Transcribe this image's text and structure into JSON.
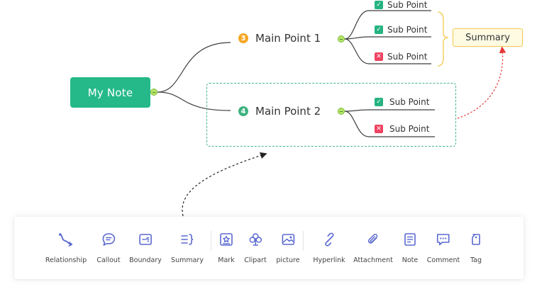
{
  "colors": {
    "root": "#25b98a",
    "branch_line": "#3f3f3f",
    "boundary": "#45b58a",
    "summary_bracket": "#f3c84b",
    "priority_3": "#f5a623",
    "priority_4": "#3fb27f",
    "mark_done": "#26b380",
    "mark_cancel": "#ee4361",
    "toolbar_icon": "#5b6ad0",
    "arrow_black": "#222222",
    "arrow_red": "#e53935"
  },
  "mindmap": {
    "root": {
      "label": "My Note"
    },
    "main_points": [
      {
        "label": "Main Point 1",
        "priority": "3",
        "sub_points": [
          {
            "label": "Sub Point",
            "status": "done"
          },
          {
            "label": "Sub Point",
            "status": "done"
          },
          {
            "label": "Sub Point",
            "status": "cancel"
          }
        ]
      },
      {
        "label": "Main Point 2",
        "priority": "4",
        "sub_points": [
          {
            "label": "Sub Point",
            "status": "done"
          },
          {
            "label": "Sub Point",
            "status": "cancel"
          }
        ]
      }
    ],
    "summary": {
      "label": "Summary"
    }
  },
  "toolbar": {
    "items": [
      {
        "label": "Relationship",
        "icon": "relationship-icon"
      },
      {
        "label": "Callout",
        "icon": "callout-icon"
      },
      {
        "label": "Boundary",
        "icon": "boundary-icon"
      },
      {
        "label": "Summary",
        "icon": "summary-icon"
      },
      {
        "label": "Mark",
        "icon": "mark-icon"
      },
      {
        "label": "Clipart",
        "icon": "clipart-icon"
      },
      {
        "label": "picture",
        "icon": "picture-icon"
      },
      {
        "label": "Hyperlink",
        "icon": "hyperlink-icon"
      },
      {
        "label": "Attachment",
        "icon": "attachment-icon"
      },
      {
        "label": "Note",
        "icon": "note-icon"
      },
      {
        "label": "Comment",
        "icon": "comment-icon"
      },
      {
        "label": "Tag",
        "icon": "tag-icon"
      }
    ]
  }
}
